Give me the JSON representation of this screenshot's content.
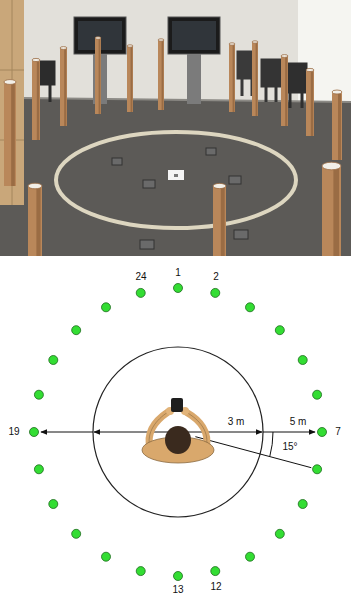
{
  "diagram": {
    "labels": [
      "24",
      "1",
      "2",
      "19",
      "7",
      "13",
      "12",
      "3 m",
      "5 m",
      "15°"
    ]
  }
}
